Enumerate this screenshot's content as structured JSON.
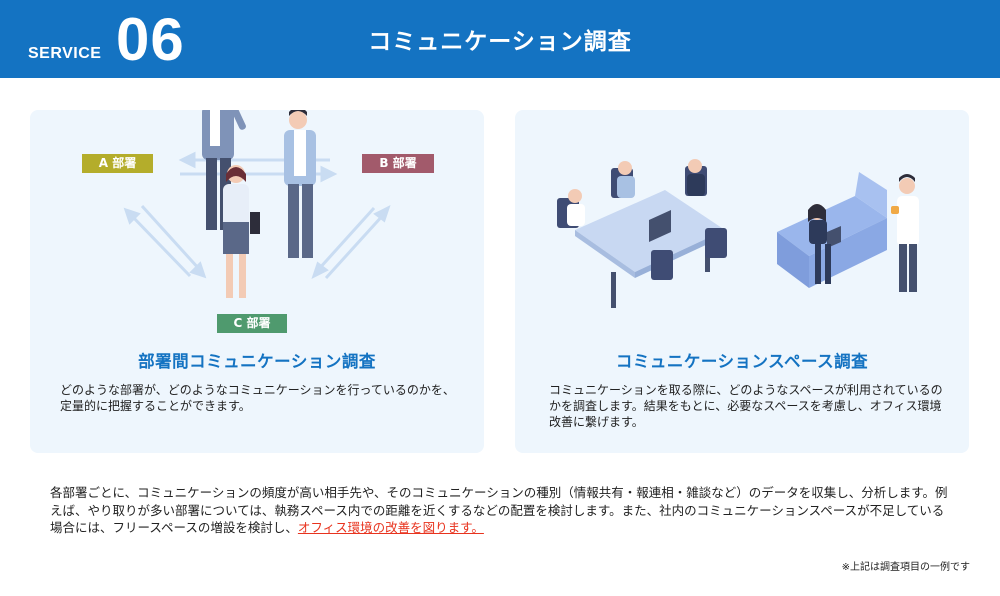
{
  "header": {
    "service_label": "SERVICE",
    "service_number": "06",
    "title": "コミュニケーション調査",
    "background_color": "#1473c2"
  },
  "cards": [
    {
      "title": "部署間コミュニケーション調査",
      "description": "どのような部署が、どのようなコミュニケーションを行っているのかを、定量的に把握することができます。",
      "departments": {
        "a": "A 部署",
        "b": "B 部署",
        "c": "C 部署"
      },
      "department_colors": {
        "a": "#b4ad2b",
        "b": "#a25a6b",
        "c": "#4f9a6e"
      },
      "illustration_icon": "department-communication-icon"
    },
    {
      "title": "コミュニケーションスペース調査",
      "description": "コミュニケーションを取る際に、どのようなスペースが利用されているのかを調査します。結果をもとに、必要なスペースを考慮し、オフィス環境改善に繋げます。",
      "illustration_icon": "office-space-icon"
    }
  ],
  "body": {
    "text": "各部署ごとに、コミュニケーションの頻度が高い相手先や、そのコミュニケーションの種別（情報共有・報連相・雑談など）のデータを収集し、分析します。例えば、やり取りが多い部署については、執務スペース内での距離を近くするなどの配置を検討します。また、社内のコミュニケーションスペースが不足している場合には、フリースペースの増設を検討し、",
    "link": "オフィス環境の改善を図ります。",
    "link_color": "#e8331e"
  },
  "footnote": "※上記は調査項目の一例です"
}
